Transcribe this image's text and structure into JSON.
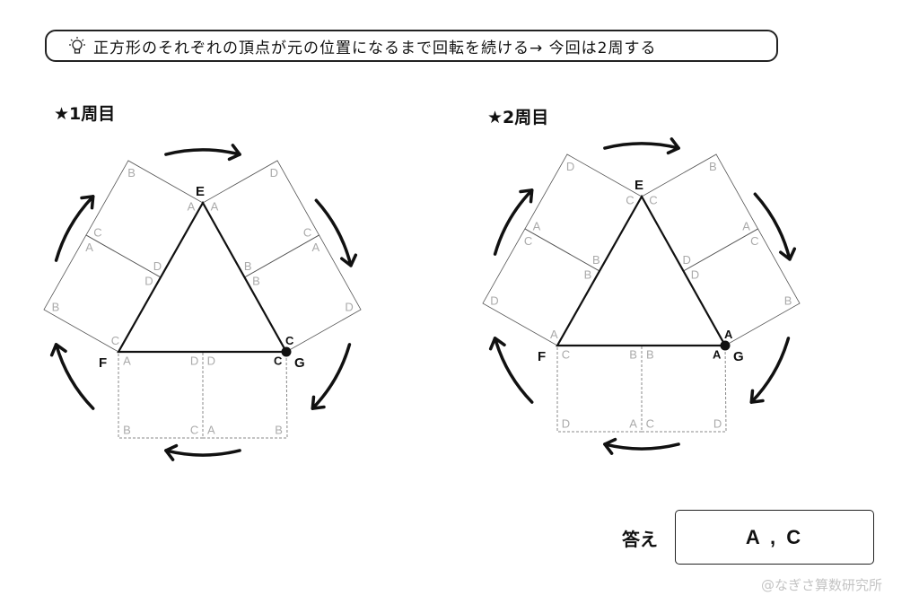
{
  "banner": {
    "icon": "lightbulb-icon",
    "text": "正方形のそれぞれの頂点が元の位置になるまで回転を続ける→ 今回は2周する"
  },
  "figures": [
    {
      "title": "★1周目",
      "vertices": {
        "E": "E",
        "F": "F",
        "G": "G"
      },
      "squares": {
        "bottom_left": [
          "A",
          "D",
          "C",
          "B"
        ],
        "bottom_right": [
          "D",
          "C",
          "B",
          "A"
        ],
        "left_lower": [
          "C",
          "D",
          "A",
          "B"
        ],
        "left_upper": [
          "D",
          "A",
          "B",
          "C"
        ],
        "right_upper": [
          "A",
          "B",
          "C",
          "D"
        ],
        "right_lower": [
          "B",
          "C",
          "D",
          "A"
        ]
      }
    },
    {
      "title": "★2周目",
      "vertices": {
        "E": "E",
        "F": "F",
        "G": "G"
      },
      "squares": {
        "bottom_left": [
          "C",
          "B",
          "A",
          "D"
        ],
        "bottom_right": [
          "B",
          "A",
          "D",
          "C"
        ],
        "left_lower": [
          "A",
          "B",
          "C",
          "D"
        ],
        "left_upper": [
          "B",
          "C",
          "D",
          "A"
        ],
        "right_upper": [
          "C",
          "D",
          "A",
          "B"
        ],
        "right_lower": [
          "D",
          "A",
          "B",
          "C"
        ]
      }
    }
  ],
  "answer": {
    "label": "答え",
    "value": "A , C"
  },
  "credit": "@なぎさ算数研究所",
  "colors": {
    "label_gray": "#aaaaaa",
    "line": "#111111"
  }
}
